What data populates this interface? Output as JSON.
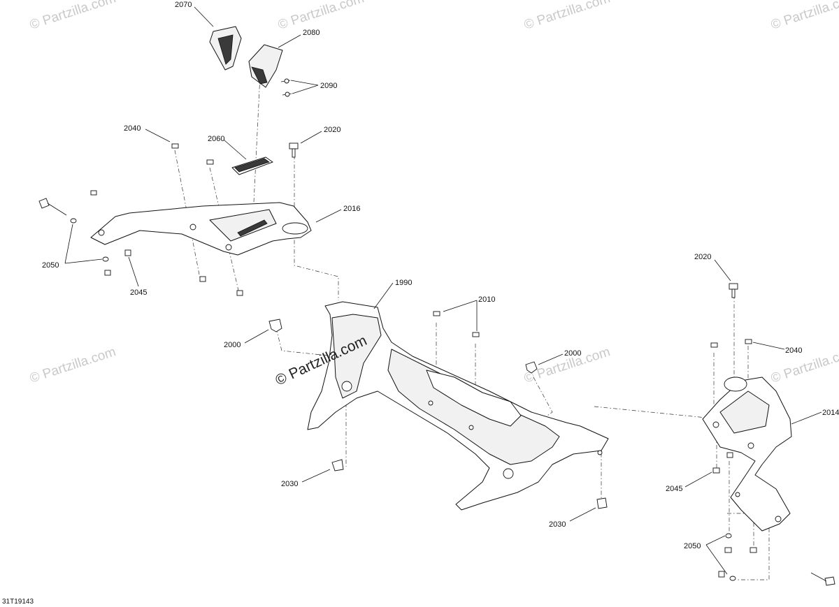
{
  "watermark": "© Partzilla.com",
  "diagram_code": "31T19143",
  "callouts": {
    "c2070": "2070",
    "c2080": "2080",
    "c2090": "2090",
    "c2040_left": "2040",
    "c2060": "2060",
    "c2020_left": "2020",
    "c2016": "2016",
    "c2050_left": "2050",
    "c2045_left": "2045",
    "c1990": "1990",
    "c2010": "2010",
    "c2000_left": "2000",
    "c2000_right": "2000",
    "c2030_left": "2030",
    "c2030_right": "2030",
    "c2020_right": "2020",
    "c2040_right": "2040",
    "c2014": "2014",
    "c2045_right": "2045",
    "c2050_right": "2050"
  }
}
